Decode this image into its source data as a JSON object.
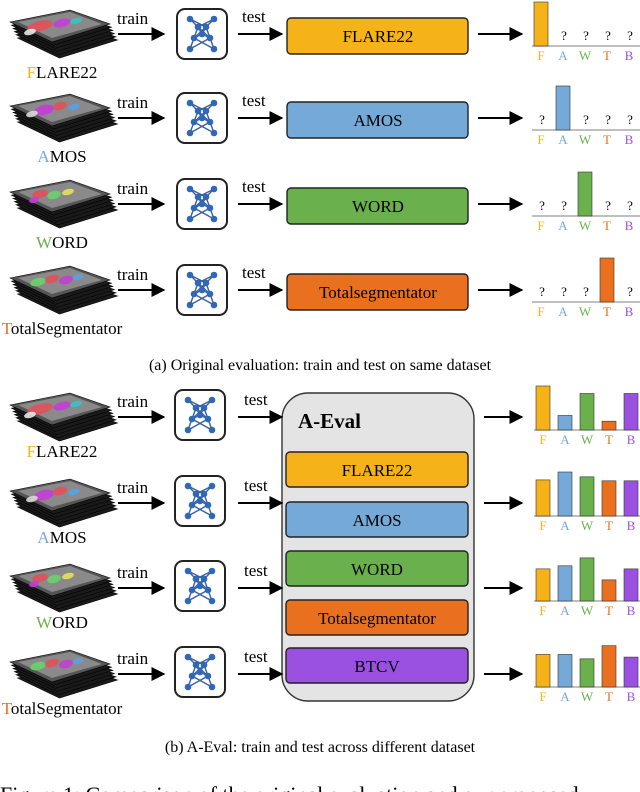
{
  "colors": {
    "F": "#f5b319",
    "A": "#74a9d8",
    "W": "#6ab04c",
    "T": "#e8701f",
    "B": "#9b51e0",
    "box_border": "#2b2b2b",
    "panel_fill": "#e4e4e4"
  },
  "edge_labels": {
    "train": "train",
    "test": "test"
  },
  "bar_axis_letters": [
    "F",
    "A",
    "W",
    "T",
    "B"
  ],
  "unknown_mark": "?",
  "section_a": {
    "caption": "(a) Original evaluation: train and test on same dataset",
    "rows": [
      {
        "dataset_initial": "F",
        "dataset_rest": "LARE22",
        "color_key": "F",
        "test_box": "FLARE22",
        "bars": [
          1,
          null,
          null,
          null,
          null
        ]
      },
      {
        "dataset_initial": "A",
        "dataset_rest": "MOS",
        "color_key": "A",
        "test_box": "AMOS",
        "bars": [
          null,
          1,
          null,
          null,
          null
        ]
      },
      {
        "dataset_initial": "W",
        "dataset_rest": "ORD",
        "color_key": "W",
        "test_box": "WORD",
        "bars": [
          null,
          null,
          1,
          null,
          null
        ]
      },
      {
        "dataset_initial": "T",
        "dataset_rest": "otalSegmentator",
        "color_key": "T",
        "test_box": "Totalsegmentator",
        "bars": [
          null,
          null,
          null,
          1,
          null
        ]
      }
    ]
  },
  "section_b": {
    "caption": "(b) A-Eval: train and test across different dataset",
    "panel_title": "A-Eval",
    "test_boxes": [
      {
        "label": "FLARE22",
        "color_key": "F"
      },
      {
        "label": "AMOS",
        "color_key": "A"
      },
      {
        "label": "WORD",
        "color_key": "W"
      },
      {
        "label": "Totalsegmentator",
        "color_key": "T"
      },
      {
        "label": "BTCV",
        "color_key": "B"
      }
    ],
    "rows": [
      {
        "dataset_initial": "F",
        "dataset_rest": "LARE22",
        "color_key": "F",
        "bars": [
          1.0,
          0.33,
          0.83,
          0.2,
          0.83
        ]
      },
      {
        "dataset_initial": "A",
        "dataset_rest": "MOS",
        "color_key": "A",
        "bars": [
          0.82,
          1.0,
          0.89,
          0.8,
          0.8
        ]
      },
      {
        "dataset_initial": "W",
        "dataset_rest": "ORD",
        "color_key": "W",
        "bars": [
          0.73,
          0.8,
          0.98,
          0.48,
          0.73
        ]
      },
      {
        "dataset_initial": "T",
        "dataset_rest": "otalSegmentator",
        "color_key": "T",
        "bars": [
          0.74,
          0.74,
          0.64,
          0.94,
          0.68
        ]
      }
    ]
  },
  "footer_partial": "Figure 1: Comparison of the original evaluation and our proposed"
}
